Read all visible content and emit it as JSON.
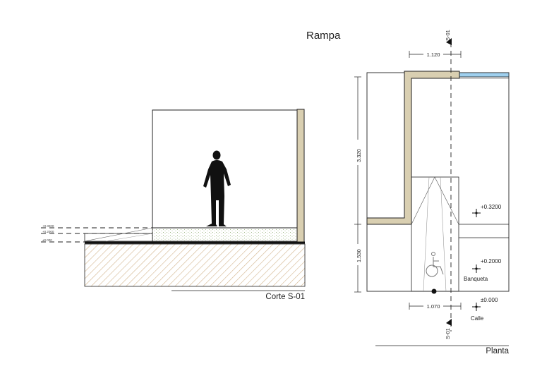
{
  "title": "Rampa",
  "section": {
    "caption": "Corte S-01",
    "level_marks": [
      "+0.3200",
      "+0.2000",
      "±0.000"
    ]
  },
  "plan": {
    "caption": "Planta",
    "cut_marker_label": "S-01",
    "dimensions": {
      "top_width": "1.120",
      "bottom_width": "1.070",
      "upper_height": "3.320",
      "lower_height": "1.530"
    },
    "levels": [
      {
        "value": "+0.3200",
        "label": ""
      },
      {
        "value": "+0.2000",
        "label": "Banqueta"
      },
      {
        "value": "±0.000",
        "label": "Calle"
      }
    ]
  },
  "colors": {
    "wall_fill": "#d9cfb1",
    "water": "#9fd0ee",
    "hatch": "#d2b48c",
    "line": "#222222"
  },
  "icons": [
    "human-silhouette-icon",
    "wheelchair-icon",
    "section-arrow-icon",
    "level-marker-icon"
  ]
}
